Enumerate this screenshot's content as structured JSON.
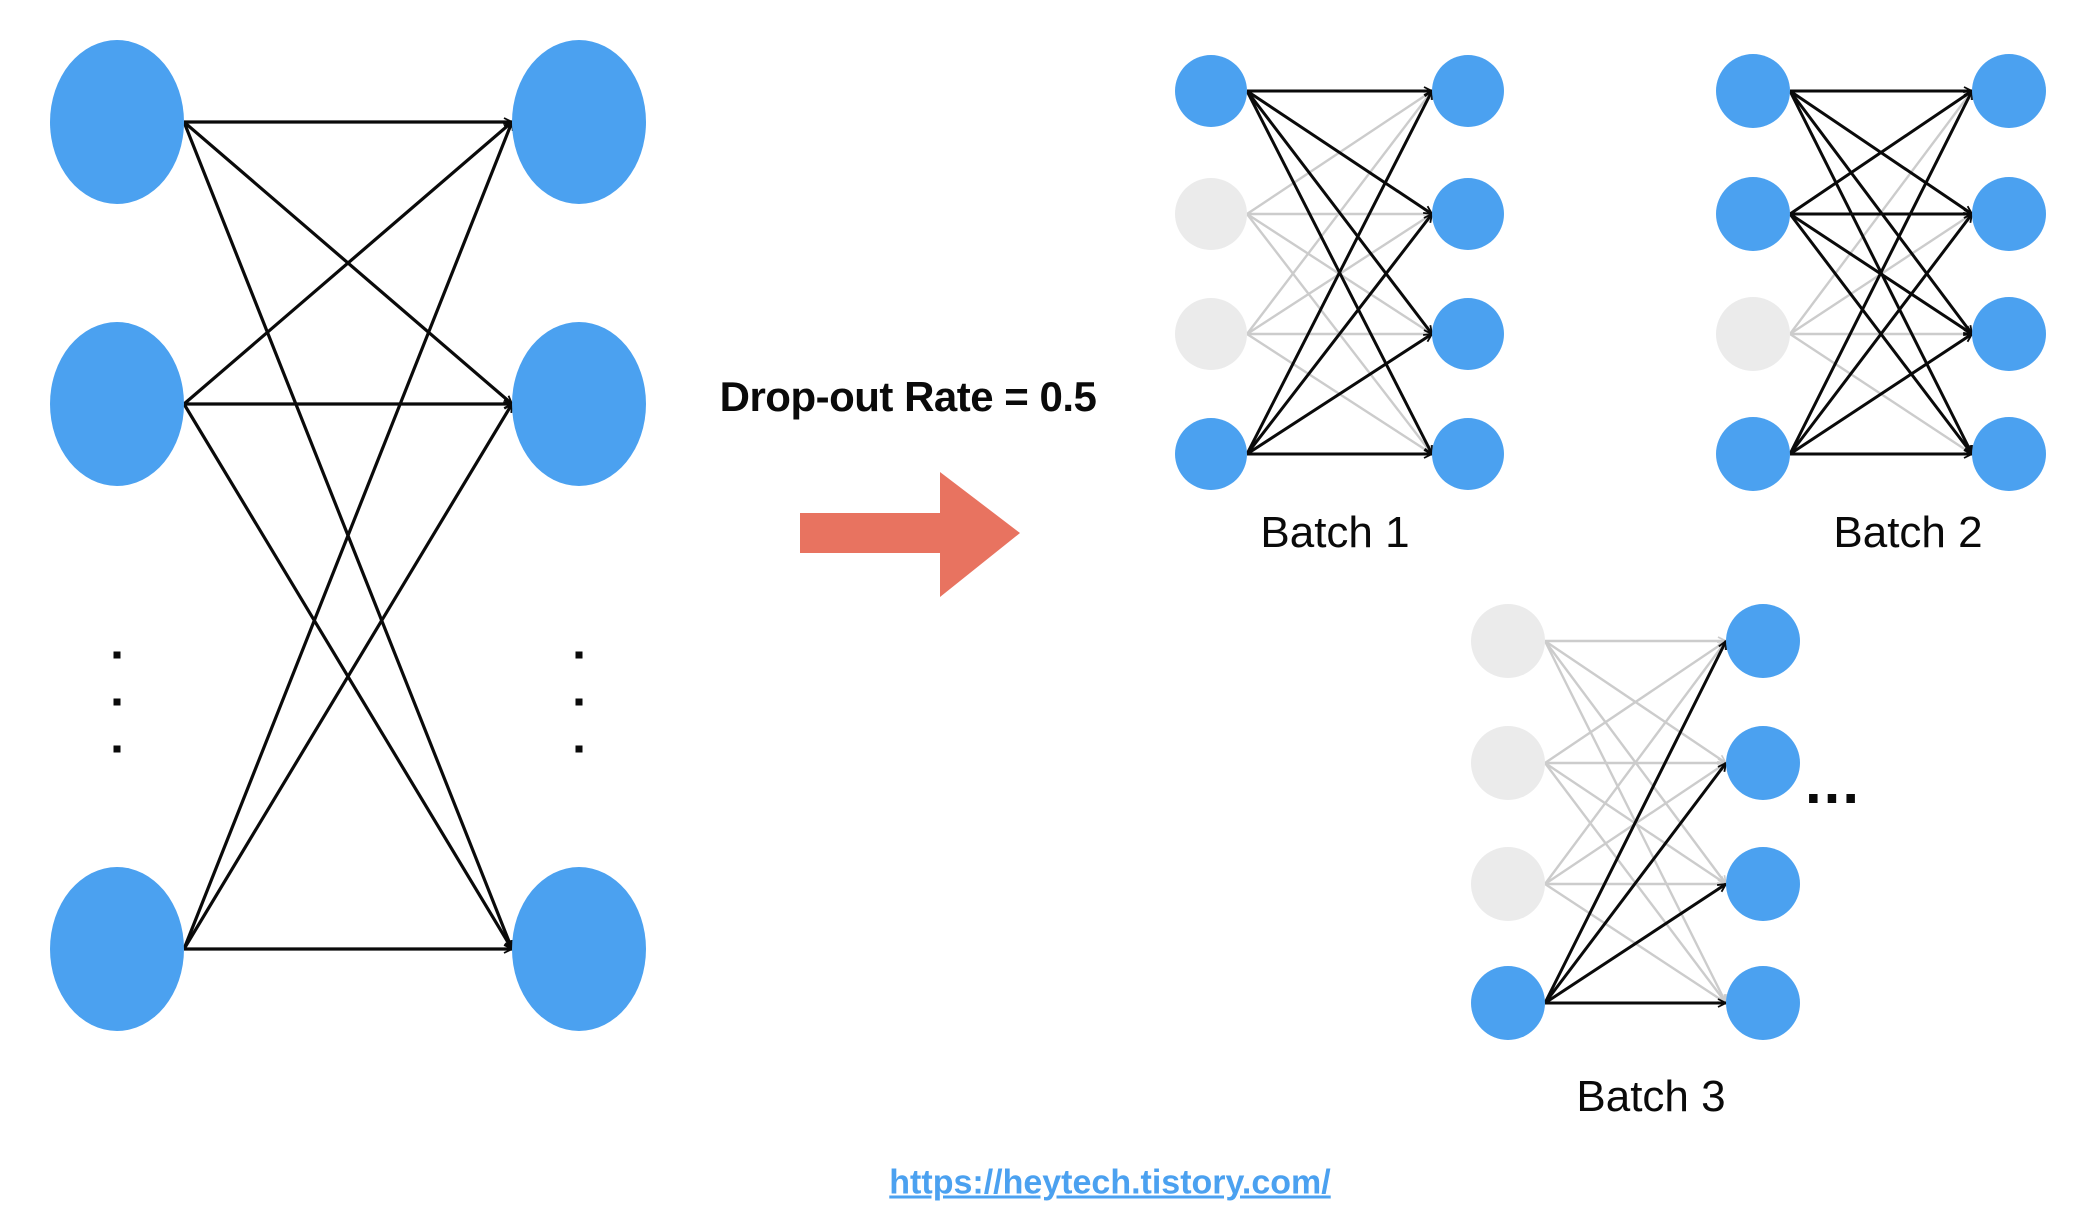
{
  "labels": {
    "dropout_rate": "Drop-out Rate = 0.5",
    "more_batches": "..."
  },
  "colors": {
    "node_active": "#4BA1F0",
    "node_dropped": "#EBEBEB",
    "edge_active": "#0A0A0A",
    "edge_dropped": "#CCCCCC",
    "arrow": "#E87360",
    "link": "#4BA1F0",
    "text": "#0A0A0A"
  },
  "full_network": {
    "name": "fully-connected network",
    "left_nodes": [
      "active",
      "active",
      "active"
    ],
    "right_nodes": [
      "active",
      "active",
      "active"
    ],
    "has_more_nodes_dots": true
  },
  "batches": [
    {
      "label": "Batch 1",
      "left_nodes": [
        "active",
        "dropped",
        "dropped",
        "active"
      ],
      "right_nodes": [
        "active",
        "active",
        "active",
        "active"
      ]
    },
    {
      "label": "Batch 2",
      "left_nodes": [
        "active",
        "active",
        "dropped",
        "active"
      ],
      "right_nodes": [
        "active",
        "active",
        "active",
        "active"
      ]
    },
    {
      "label": "Batch 3",
      "left_nodes": [
        "dropped",
        "dropped",
        "dropped",
        "active"
      ],
      "right_nodes": [
        "active",
        "active",
        "active",
        "active"
      ]
    }
  ],
  "footer": {
    "link_text": "https://heytech.tistory.com/"
  }
}
